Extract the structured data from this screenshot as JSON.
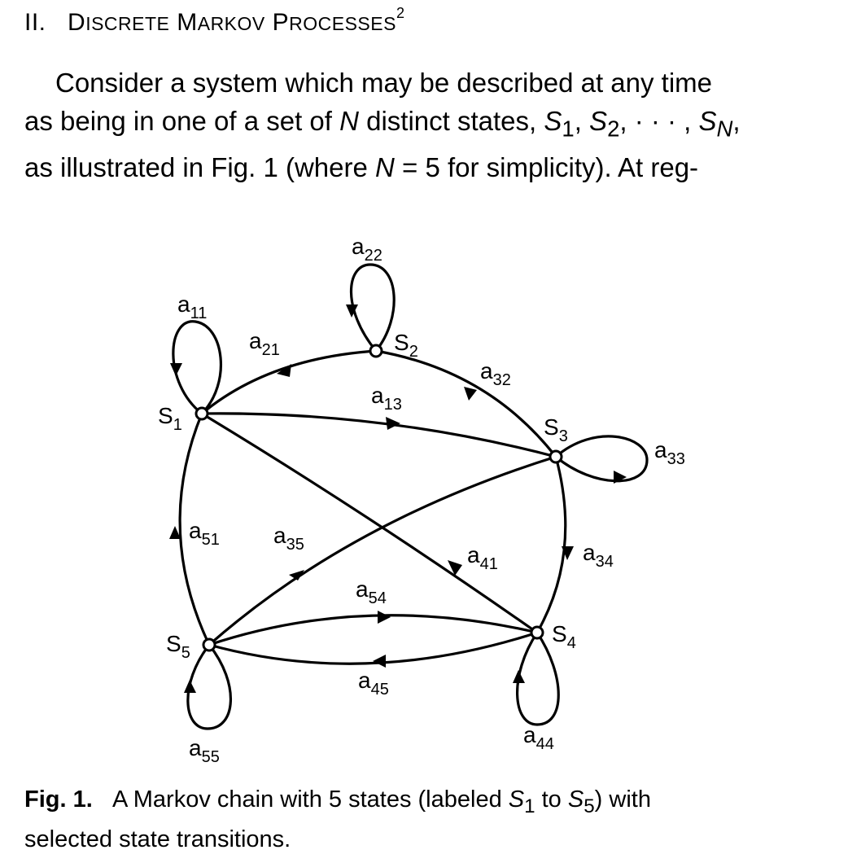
{
  "section": {
    "number": "II.",
    "title_parts": [
      {
        "big": "D",
        "small": "ISCRETE"
      },
      {
        "big": "M",
        "small": "ARKOV"
      },
      {
        "big": "P",
        "small": "ROCESSES"
      }
    ],
    "footnote": "2"
  },
  "paragraph": {
    "line1": "Consider a system which may be described at any time",
    "line2_pre": "as being in one of a set of ",
    "line2_N": "N",
    "line2_mid": " distinct states, ",
    "s1": "S",
    "s1_sub": "1",
    "s2": "S",
    "s2_sub": "2",
    "dots": "· · ·",
    "sN": "S",
    "sN_sub": "N",
    "line3_pre": "as illustrated in Fig. 1 (where ",
    "line3_N": "N",
    "line3_post": " = 5 for simplicity). At reg-"
  },
  "diagram": {
    "states": [
      {
        "id": "s1",
        "label": "S",
        "sub": "1"
      },
      {
        "id": "s2",
        "label": "S",
        "sub": "2"
      },
      {
        "id": "s3",
        "label": "S",
        "sub": "3"
      },
      {
        "id": "s4",
        "label": "S",
        "sub": "4"
      },
      {
        "id": "s5",
        "label": "S",
        "sub": "5"
      }
    ],
    "transitions": [
      {
        "id": "a11",
        "label": "a",
        "sub": "11"
      },
      {
        "id": "a22",
        "label": "a",
        "sub": "22"
      },
      {
        "id": "a33",
        "label": "a",
        "sub": "33"
      },
      {
        "id": "a44",
        "label": "a",
        "sub": "44"
      },
      {
        "id": "a55",
        "label": "a",
        "sub": "55"
      },
      {
        "id": "a21",
        "label": "a",
        "sub": "21"
      },
      {
        "id": "a32",
        "label": "a",
        "sub": "32"
      },
      {
        "id": "a13",
        "label": "a",
        "sub": "13"
      },
      {
        "id": "a34",
        "label": "a",
        "sub": "34"
      },
      {
        "id": "a35",
        "label": "a",
        "sub": "35"
      },
      {
        "id": "a41",
        "label": "a",
        "sub": "41"
      },
      {
        "id": "a51",
        "label": "a",
        "sub": "51"
      },
      {
        "id": "a54",
        "label": "a",
        "sub": "54"
      },
      {
        "id": "a45",
        "label": "a",
        "sub": "45"
      }
    ]
  },
  "caption": {
    "fig_label": "Fig. 1.",
    "text_pre": "A Markov chain with 5 states (labeled ",
    "s_first": "S",
    "s_first_sub": "1",
    "mid": " to ",
    "s_last": "S",
    "s_last_sub": "5",
    "text_post": ") with",
    "line2": "selected state transitions."
  }
}
